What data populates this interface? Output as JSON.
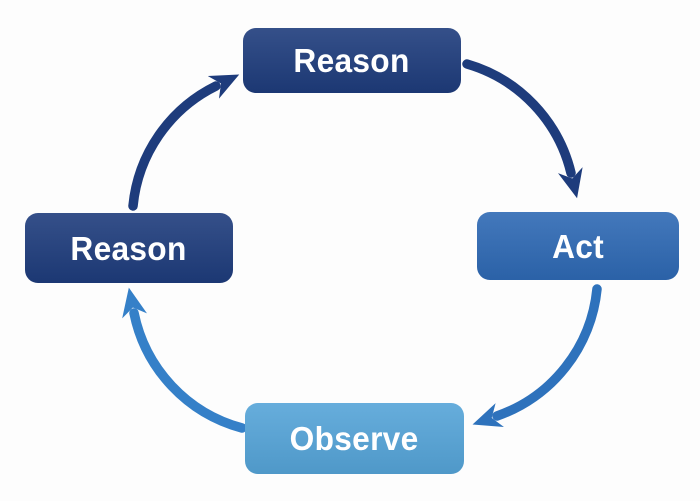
{
  "diagram": {
    "type": "cycle",
    "background": "#fdfdfd",
    "nodes": [
      {
        "id": "reason-top",
        "label": "Reason",
        "fill": "#1e3c7c",
        "text_color": "#ffffff",
        "position": "top"
      },
      {
        "id": "act",
        "label": "Act",
        "fill": "#2e69b4",
        "text_color": "#ffffff",
        "position": "right"
      },
      {
        "id": "observe",
        "label": "Observe",
        "fill": "#55a4d8",
        "text_color": "#ffffff",
        "position": "bottom"
      },
      {
        "id": "reason-left",
        "label": "Reason",
        "fill": "#1e3c7c",
        "text_color": "#ffffff",
        "position": "left"
      }
    ],
    "edges": [
      {
        "from": "reason-top",
        "to": "act",
        "color": "#1e3c7c"
      },
      {
        "from": "act",
        "to": "observe",
        "color": "#2e72bc"
      },
      {
        "from": "observe",
        "to": "reason-left",
        "color": "#3580c8"
      },
      {
        "from": "reason-left",
        "to": "reason-top",
        "color": "#1e3c7c"
      }
    ]
  }
}
